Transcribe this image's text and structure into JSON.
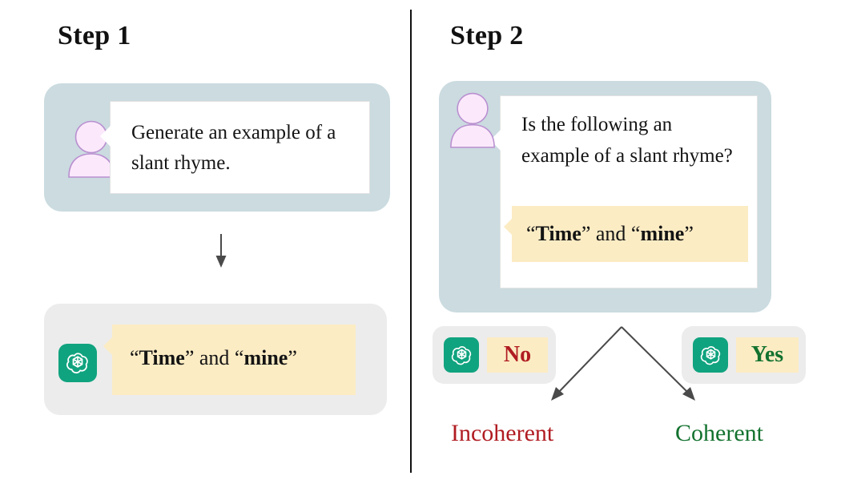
{
  "panels": [
    {
      "id": "step1",
      "title": "Step 1",
      "user_message": "Generate an example of a slant rhyme.",
      "assistant_message": "“Time” and “mine”",
      "assistant_message_parts": [
        {
          "text": "“",
          "bold": false
        },
        {
          "text": "Time",
          "bold": true
        },
        {
          "text": "” and “",
          "bold": false
        },
        {
          "text": "mine",
          "bold": true
        },
        {
          "text": "”",
          "bold": false
        }
      ]
    },
    {
      "id": "step2",
      "title": "Step 2",
      "user_message": "Is the following an example of a slant rhyme?",
      "quoted_example": "“Time” and “mine”",
      "quoted_example_parts": [
        {
          "text": "“",
          "bold": false
        },
        {
          "text": "Time",
          "bold": true
        },
        {
          "text": "” and “",
          "bold": false
        },
        {
          "text": "mine",
          "bold": true
        },
        {
          "text": "”",
          "bold": false
        }
      ],
      "answers": [
        {
          "label": "No",
          "color": "#b01c22",
          "outcome": "Incoherent",
          "outcome_color": "#b01c22"
        },
        {
          "label": "Yes",
          "color": "#13722f",
          "outcome": "Coherent",
          "outcome_color": "#13722f"
        }
      ]
    }
  ],
  "icons": {
    "user_avatar": "user-avatar-icon",
    "assistant_logo": "chatgpt-logo-icon",
    "flow_arrow": "down-arrow-icon",
    "branch_arrow_left": "branch-arrow-left-icon",
    "branch_arrow_right": "branch-arrow-right-icon"
  },
  "colors": {
    "user_panel_bg": "#cbdbe0",
    "assistant_panel_bg": "#ececec",
    "highlight_bg": "#fcecc4",
    "assistant_brand": "#10a37f",
    "avatar_fill": "#fbe9fb",
    "avatar_stroke": "#b98fd0",
    "arrow": "#4a4a4a",
    "divider": "#111111",
    "negative": "#b01c22",
    "positive": "#13722f"
  }
}
